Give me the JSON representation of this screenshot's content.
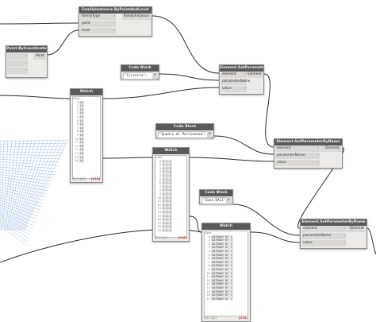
{
  "nodes": {
    "fi": {
      "title": "FamilyInstance.ByPointAndLevel",
      "inputs": [
        "familyType",
        "point",
        "level"
      ],
      "output": "FamilyInstance"
    },
    "pt": {
      "title": "Point.ByCoordinates",
      "output": "Point"
    },
    "cb1": {
      "title": "Code Block",
      "code": "\"Circuito\";"
    },
    "cb2": {
      "title": "Code Block",
      "code": "\"Quadro di Pertinenza\";"
    },
    "cb3": {
      "title": "Code Block",
      "code": "\"Zona-DALI\";"
    },
    "set1": {
      "title": "Element.SetParameterByName",
      "inputs": [
        "element",
        "parameterName",
        "value"
      ],
      "output": "Element"
    },
    "set2": {
      "title": "Element.SetParameterByName",
      "inputs": [
        "element",
        "parameterName",
        "value"
      ],
      "output": "Element"
    },
    "set3": {
      "title": "Element.SetParameterByName",
      "inputs": [
        "element",
        "parameterName",
        "value"
      ],
      "output": "Element"
    },
    "w1": {
      "title": "Watch",
      "header": "List",
      "rows": [
        {
          "i": "0",
          "v": "L1"
        },
        {
          "i": "1",
          "v": "L2"
        },
        {
          "i": "2",
          "v": "L3"
        },
        {
          "i": "3",
          "v": "L4"
        },
        {
          "i": "4",
          "v": "L5"
        },
        {
          "i": "5",
          "v": "L1"
        },
        {
          "i": "6",
          "v": "L2"
        },
        {
          "i": "7",
          "v": "L3"
        },
        {
          "i": "8",
          "v": "L4"
        },
        {
          "i": "9",
          "v": "L5"
        },
        {
          "i": "10",
          "v": "L1"
        },
        {
          "i": "11",
          "v": "L2"
        },
        {
          "i": "12",
          "v": "L3"
        },
        {
          "i": "13",
          "v": "L4"
        },
        {
          "i": "14",
          "v": "L5"
        },
        {
          "i": "15",
          "v": "L1"
        },
        {
          "i": "16",
          "v": "L2"
        }
      ],
      "footer": "@L2 @L1",
      "count": "{216}"
    },
    "w2": {
      "title": "Watch",
      "header": "List",
      "rows": [
        {
          "i": "0",
          "v": "1.1.1"
        },
        {
          "i": "1",
          "v": "1.1.2"
        },
        {
          "i": "2",
          "v": "1.1.3"
        },
        {
          "i": "3",
          "v": "1.1.4"
        },
        {
          "i": "4",
          "v": "1.1.5"
        },
        {
          "i": "5",
          "v": "1.2.1"
        },
        {
          "i": "6",
          "v": "1.2.2"
        },
        {
          "i": "7",
          "v": "1.2.3"
        },
        {
          "i": "8",
          "v": "1.2.4"
        },
        {
          "i": "9",
          "v": "1.2.5"
        },
        {
          "i": "10",
          "v": "1.3.1"
        },
        {
          "i": "11",
          "v": "1.3.2"
        },
        {
          "i": "12",
          "v": "1.3.3"
        },
        {
          "i": "13",
          "v": "1.3.4"
        },
        {
          "i": "14",
          "v": "1.3.5"
        },
        {
          "i": "15",
          "v": "1.4.1"
        },
        {
          "i": "16",
          "v": "1.4.2"
        },
        {
          "i": "17",
          "v": "1.4.3"
        },
        {
          "i": "18",
          "v": "1.4.4"
        },
        {
          "i": "19",
          "v": "1.4.5"
        }
      ],
      "footer": "@L2 @L1",
      "count": "{216}"
    },
    "w3": {
      "title": "Watch",
      "header": "List",
      "rows": [
        {
          "i": "0",
          "v": "GATEWAY N° 1"
        },
        {
          "i": "1",
          "v": "GATEWAY N° 1"
        },
        {
          "i": "2",
          "v": "GATEWAY N° 1"
        },
        {
          "i": "3",
          "v": "GATEWAY N° 1"
        },
        {
          "i": "4",
          "v": "GATEWAY N° 1"
        },
        {
          "i": "5",
          "v": "GATEWAY N° 1"
        },
        {
          "i": "6",
          "v": "GATEWAY N° 1"
        },
        {
          "i": "7",
          "v": "GATEWAY N° 1"
        },
        {
          "i": "8",
          "v": "GATEWAY N° 1"
        },
        {
          "i": "9",
          "v": "GATEWAY N° 1"
        },
        {
          "i": "10",
          "v": "GATEWAY N° 1"
        },
        {
          "i": "11",
          "v": "GATEWAY N° 1"
        },
        {
          "i": "12",
          "v": "GATEWAY N° 1"
        },
        {
          "i": "13",
          "v": "GATEWAY N° 1"
        },
        {
          "i": "14",
          "v": "GATEWAY N° 1"
        },
        {
          "i": "15",
          "v": "GATEWAY N° 1"
        },
        {
          "i": "16",
          "v": "GATEWAY N° 1"
        },
        {
          "i": "17",
          "v": "GATEWAY N° 1"
        }
      ],
      "footer": "@L2 @L1",
      "count": "{216}"
    }
  },
  "colors": {
    "wire": "#2b2b2b",
    "node_header": "#595959",
    "node_body": "#ecebe8",
    "preview_lines": "#5b8fc7"
  }
}
